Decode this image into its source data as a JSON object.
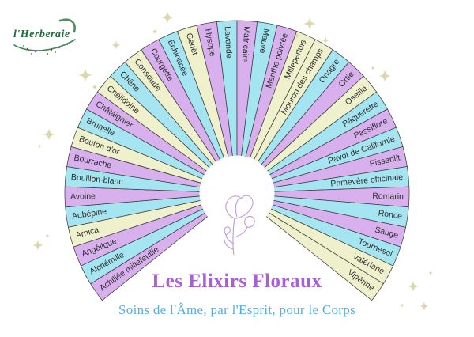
{
  "logo": {
    "text": "l'Herberaie"
  },
  "title": "Les Elixirs Floraux",
  "subtitle": "Soins de l'Âme, par l'Esprit, pour le Corps",
  "palette": {
    "purple": "#d8b0ee",
    "cyan": "#a5e4f1",
    "cream": "#eff1cc",
    "outline": "#3d3d3d",
    "label_text": "#2d2d2d",
    "title_purple": "#a95fd5",
    "subtitle_blue": "#56aee3",
    "logo_green": "#1f6b3a",
    "sparkle_gold": "#d9d3a5",
    "flower_lilac": "#b88fd8"
  },
  "fan": {
    "outward_from_index": 21,
    "segments": [
      {
        "label": "Achillée millefeuille",
        "color": "purple"
      },
      {
        "label": "Alchémille",
        "color": "cyan"
      },
      {
        "label": "Angélique",
        "color": "purple"
      },
      {
        "label": "Arnica",
        "color": "cream"
      },
      {
        "label": "Aubépine",
        "color": "cyan"
      },
      {
        "label": "Avoine",
        "color": "purple"
      },
      {
        "label": "Bouillon-blanc",
        "color": "cyan"
      },
      {
        "label": "Bourrache",
        "color": "purple"
      },
      {
        "label": "Bouton d'or",
        "color": "cream"
      },
      {
        "label": "Brunelle",
        "color": "cyan"
      },
      {
        "label": "Châtaignier",
        "color": "purple"
      },
      {
        "label": "Chélidoine",
        "color": "cream"
      },
      {
        "label": "Chêne",
        "color": "cyan"
      },
      {
        "label": "Consoude",
        "color": "cream"
      },
      {
        "label": "Courgette",
        "color": "purple"
      },
      {
        "label": "Echinacée",
        "color": "cyan"
      },
      {
        "label": "Genêt",
        "color": "cream"
      },
      {
        "label": "Hysope",
        "color": "purple"
      },
      {
        "label": "Lavande",
        "color": "cyan"
      },
      {
        "label": "Matricaire",
        "color": "purple"
      },
      {
        "label": "Mauve",
        "color": "cyan"
      },
      {
        "label": "Menthe poivrée",
        "color": "purple"
      },
      {
        "label": "Millepertuis",
        "color": "cream"
      },
      {
        "label": "Mouron des champs",
        "color": "cream"
      },
      {
        "label": "Onagre",
        "color": "cyan"
      },
      {
        "label": "Ortie",
        "color": "purple"
      },
      {
        "label": "Oseille",
        "color": "cream"
      },
      {
        "label": "Pâquerette",
        "color": "cyan"
      },
      {
        "label": "Passiflore",
        "color": "purple"
      },
      {
        "label": "Pavot de Californie",
        "color": "cyan"
      },
      {
        "label": "Pissenlit",
        "color": "purple"
      },
      {
        "label": "Primevère officinale",
        "color": "cyan"
      },
      {
        "label": "Romarin",
        "color": "purple"
      },
      {
        "label": "Ronce",
        "color": "cyan"
      },
      {
        "label": "Sauge",
        "color": "purple"
      },
      {
        "label": "Tournesol",
        "color": "cyan"
      },
      {
        "label": "Valériane",
        "color": "cream"
      },
      {
        "label": "Vipérine",
        "color": "cream"
      }
    ]
  }
}
